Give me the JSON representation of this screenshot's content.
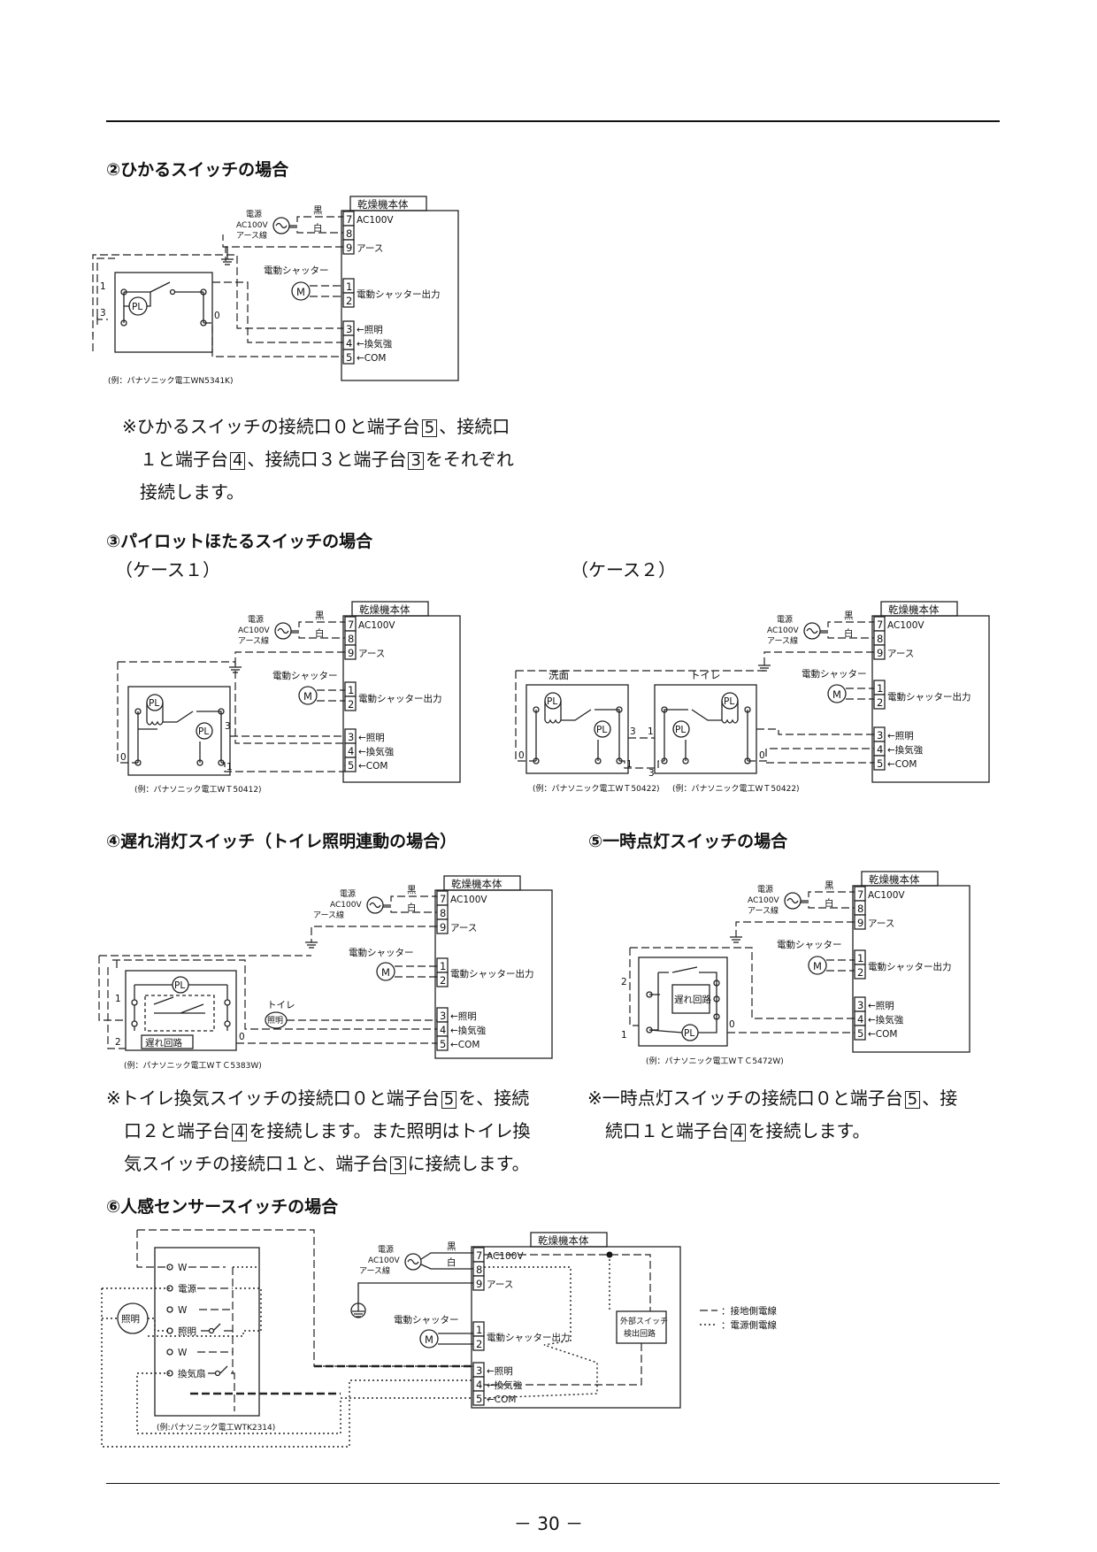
{
  "sec2": {
    "heading": "②ひかるスイッチの場合",
    "example": "(例：パナソニック電工WN5341K)",
    "note": {
      "l1a": "※ひかるスイッチの接続口０と端子台",
      "l1b": "5",
      "l1c": "、接続口",
      "l2a": "　１と端子台",
      "l2b": "4",
      "l2c": "、接続口３と端子台",
      "l2d": "3",
      "l2e": "をそれぞれ",
      "l3": "　接続します。"
    }
  },
  "sec3": {
    "heading": "③パイロットほたるスイッチの場合",
    "case1": "（ケース１）",
    "case2": "（ケース２）",
    "example1": "(例：パナソニック電工WＴ50412)",
    "example2a": "(例：パナソニック電工WＴ50422)",
    "example2b": "(例：パナソニック電工WＴ50422)",
    "label_wash": "洗面",
    "label_toilet": "トイレ"
  },
  "sec4": {
    "heading": "④遅れ消灯スイッチ（トイレ照明連動の場合）",
    "example": "(例：パナソニック電工WＴＣ5383W)",
    "delay": "遅れ回路",
    "toilet": "トイレ",
    "lamp": "照明",
    "note": {
      "l1a": "※トイレ換気スイッチの接続口０と端子台",
      "l1b": "5",
      "l1c": "を、接続",
      "l2a": "　口２と端子台",
      "l2b": "4",
      "l2c": "を接続します。また照明はトイレ換",
      "l3a": "　気スイッチの接続口１と、端子台",
      "l3b": "3",
      "l3c": "に接続します。"
    }
  },
  "sec5": {
    "heading": "⑤一時点灯スイッチの場合",
    "example": "(例：パナソニック電工WＴＣ5472W)",
    "delay": "遅れ回路",
    "note": {
      "l1a": "※一時点灯スイッチの接続口０と端子台",
      "l1b": "5",
      "l1c": "、接",
      "l2a": "　続口１と端子台",
      "l2b": "4",
      "l2c": "を接続します。"
    }
  },
  "sec6": {
    "heading": "⑥人感センサースイッチの場合",
    "example": "(例:パナソニック電工WTK2314)",
    "lamp": "照明",
    "sw_w": "W",
    "sw_power": "電源",
    "sw_light": "照明",
    "sw_fan": "換気扇",
    "ext_l1": "外部スイッチ",
    "ext_l2": "検出回路",
    "legend_ground": "：接地側電線",
    "legend_power": "：電源側電線"
  },
  "common": {
    "dryer": "乾燥機本体",
    "power": "電源",
    "ac100v": "AC100V",
    "earth_wire": "アース線",
    "black": "黒",
    "white": "白",
    "earth": "アース",
    "shutter": "電動シャッター",
    "shutter_out": "電動シャッター出力",
    "light": "←照明",
    "fan": "←換気強",
    "com": "←COM",
    "pl": "PL",
    "m": "M",
    "t7": "7",
    "t8": "8",
    "t9": "9",
    "t1": "1",
    "t2": "2",
    "t3": "3",
    "t4": "4",
    "t5": "5",
    "n0": "0",
    "n1": "1",
    "n2": "2",
    "n3": "3"
  },
  "page": {
    "number": "－ 30 －"
  }
}
